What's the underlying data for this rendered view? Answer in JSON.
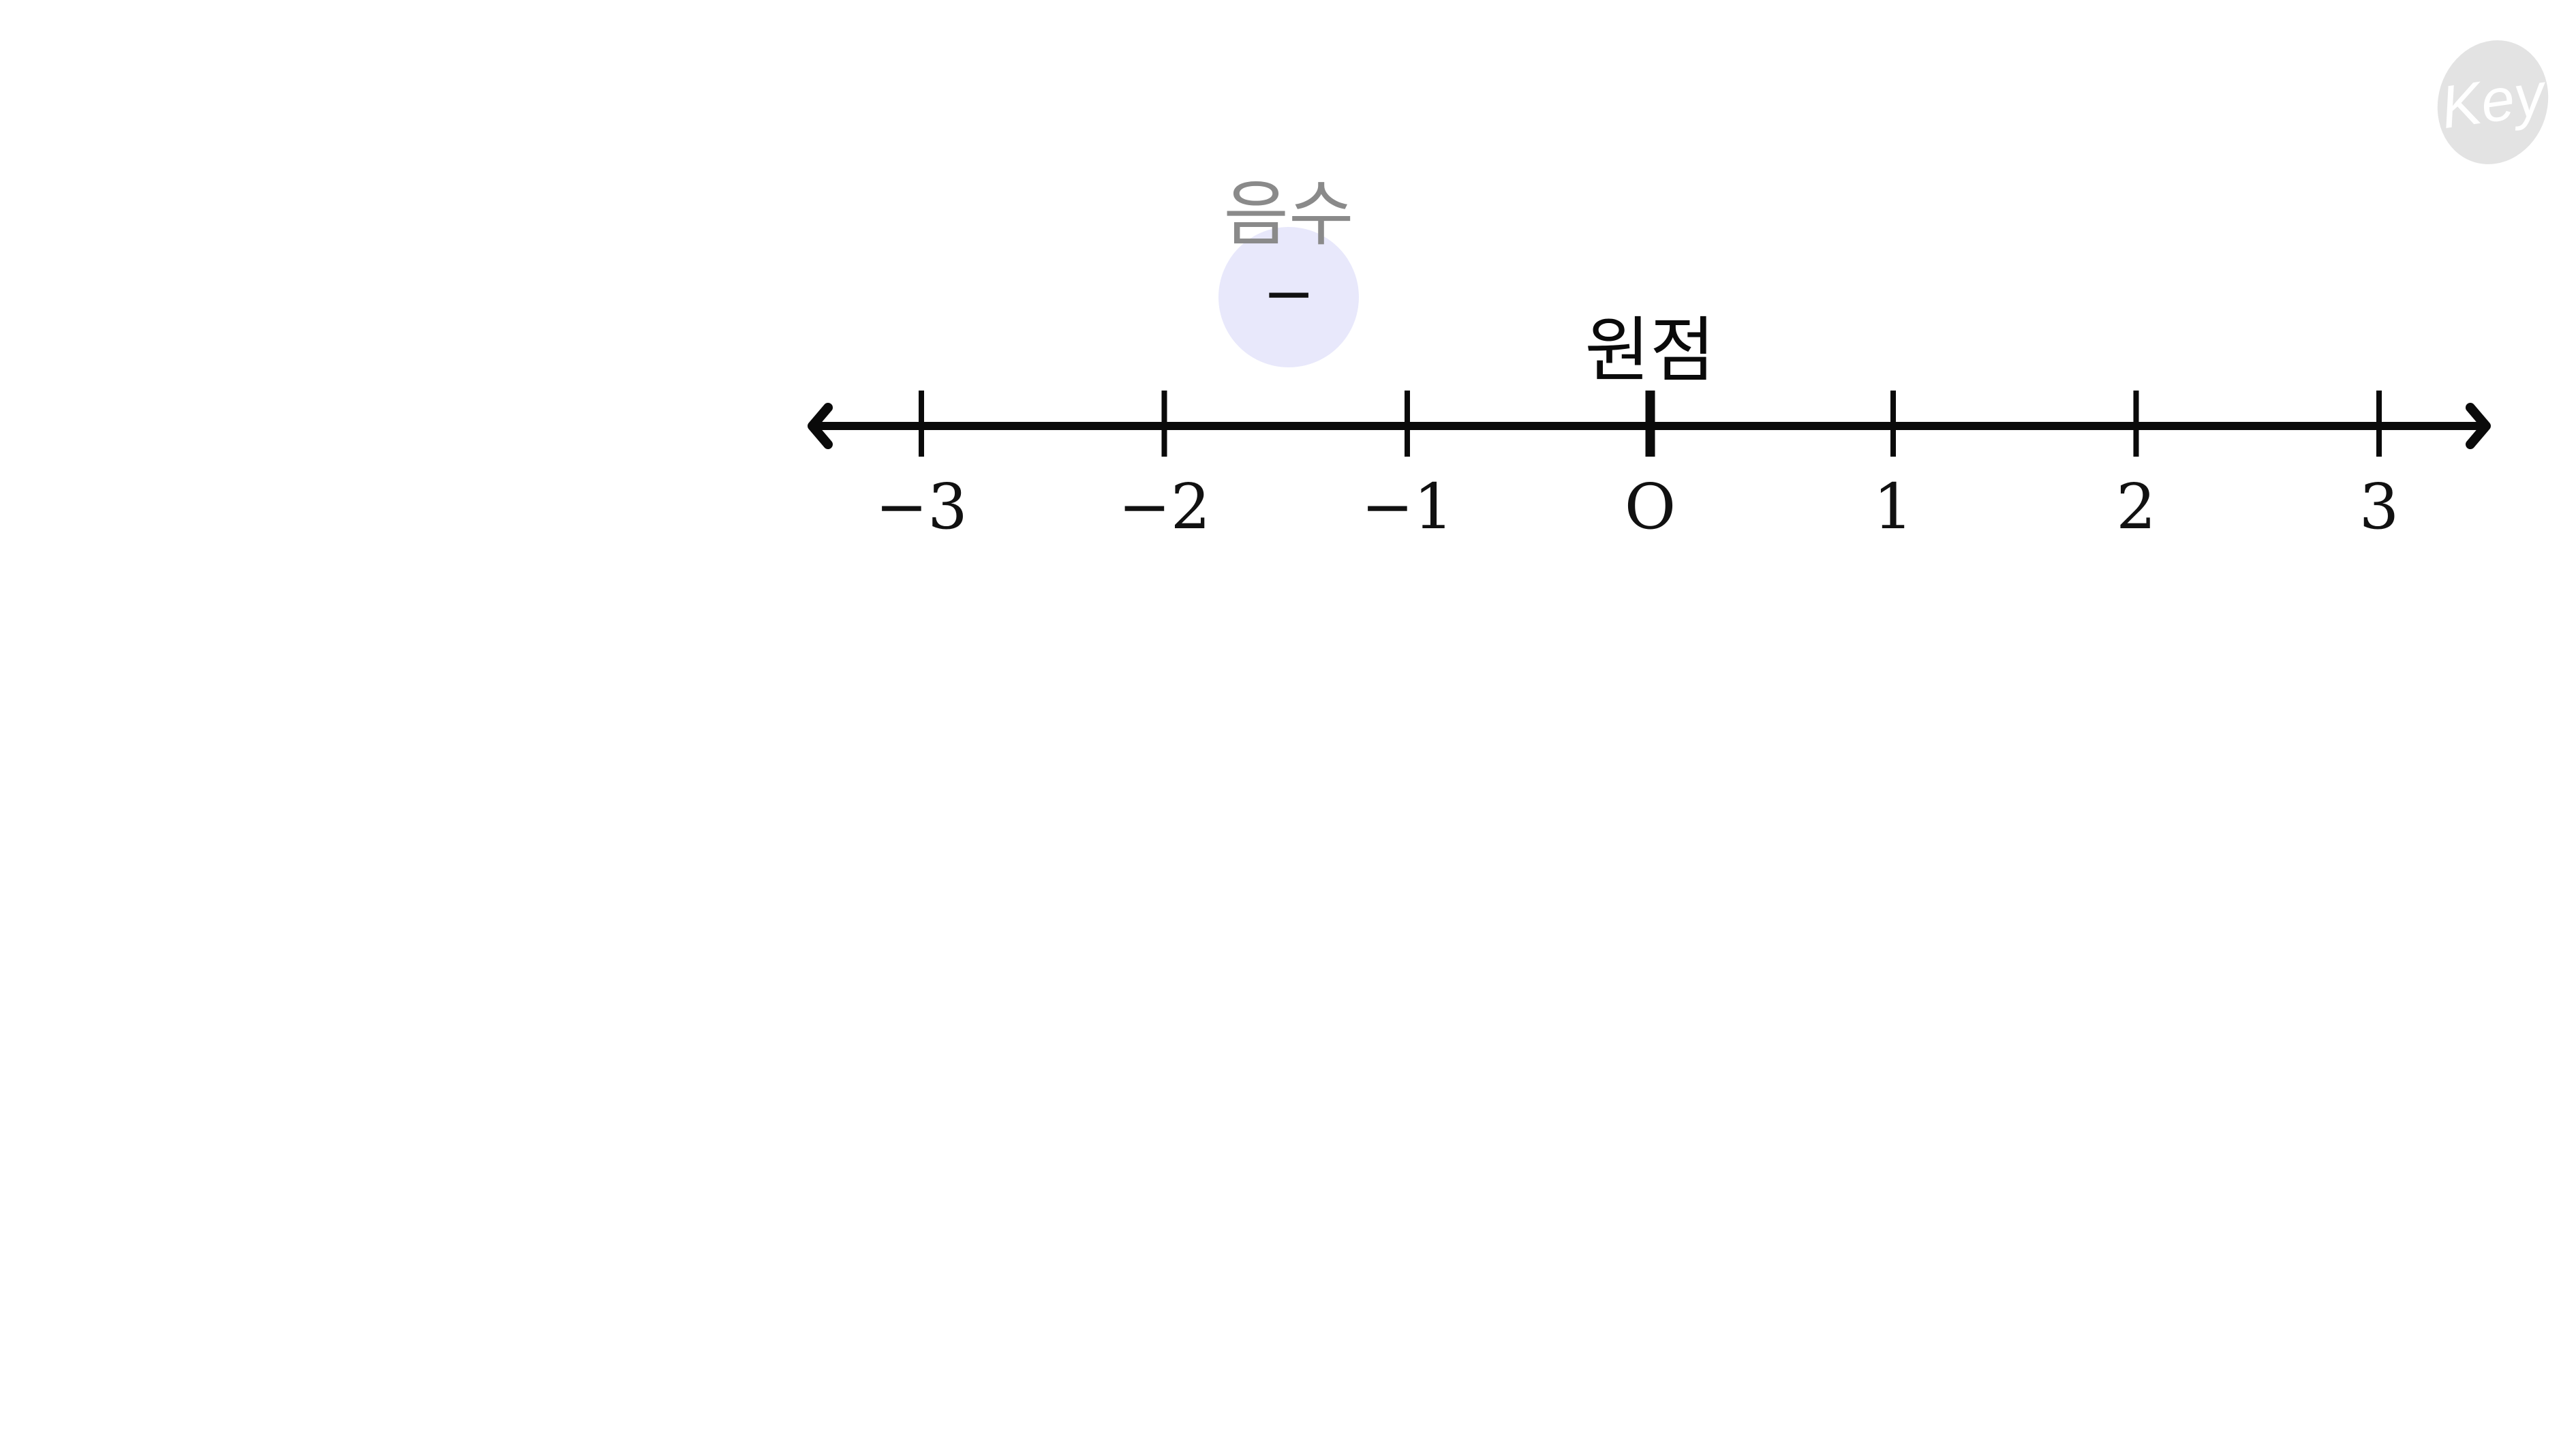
{
  "number_line": {
    "ticks": [
      "−3",
      "−2",
      "−1",
      "O",
      "1",
      "2",
      "3"
    ]
  },
  "labels": {
    "origin": "원점",
    "negative": "음수",
    "negative_sign": "−"
  },
  "logo": {
    "text": "Key"
  },
  "colors": {
    "axis": "#0a0a0a",
    "negative_highlight": "#e8e8fb",
    "negative_label": "#8a8a8a",
    "logo_bg": "#e3e3e3"
  }
}
